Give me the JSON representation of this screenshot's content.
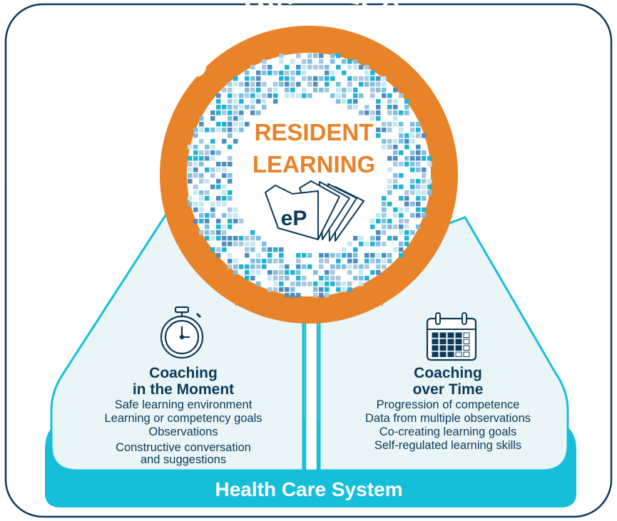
{
  "ring": {
    "title": "COACHING FEEDBACK",
    "center_line1": "RESIDENT",
    "center_line2": "LEARNING",
    "portfolio_label": "eP"
  },
  "left_panel": {
    "icon": "stopwatch-icon",
    "heading_line1": "Coaching",
    "heading_line2": "in the Moment",
    "items": [
      "Safe learning environment",
      "Learning or competency goals",
      "Observations",
      "Constructive conversation",
      "and suggestions"
    ]
  },
  "right_panel": {
    "icon": "calendar-icon",
    "heading_line1": "Coaching",
    "heading_line2": "over Time",
    "items": [
      "Progression of competence",
      "Data from multiple observations",
      "Co-creating learning goals",
      "Self-regulated learning skills"
    ]
  },
  "base": {
    "label": "Health Care System"
  },
  "colors": {
    "orange": "#E8832A",
    "teal": "#16BFD9",
    "navy": "#0C3A5B",
    "panel_fill": "#EAF5F7",
    "mosaic": [
      "#1FB5D2",
      "#7DBFE0",
      "#A9C8E2",
      "#4F8DBE",
      "#C5E9F3"
    ]
  }
}
